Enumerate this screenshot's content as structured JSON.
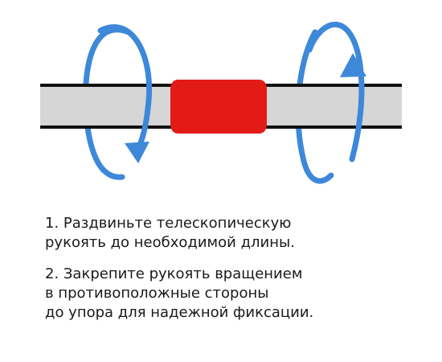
{
  "colors": {
    "tube_fill": "#d6d6d6",
    "tube_edge": "#111111",
    "clamp": "#e31b17",
    "arrow": "#3e88d9",
    "text": "#1a1a1a"
  },
  "icons": {
    "left_arrow": "rotate-clockwise-arrow-icon",
    "right_arrow": "rotate-counterclockwise-arrow-icon"
  },
  "steps": [
    {
      "lines": [
        "1. Раздвиньте телескопическую",
        "рукоять до необходимой длины."
      ]
    },
    {
      "lines": [
        "2. Закрепите рукоять вращением",
        "в противоположные стороны",
        "до упора для надежной фиксации."
      ]
    }
  ]
}
